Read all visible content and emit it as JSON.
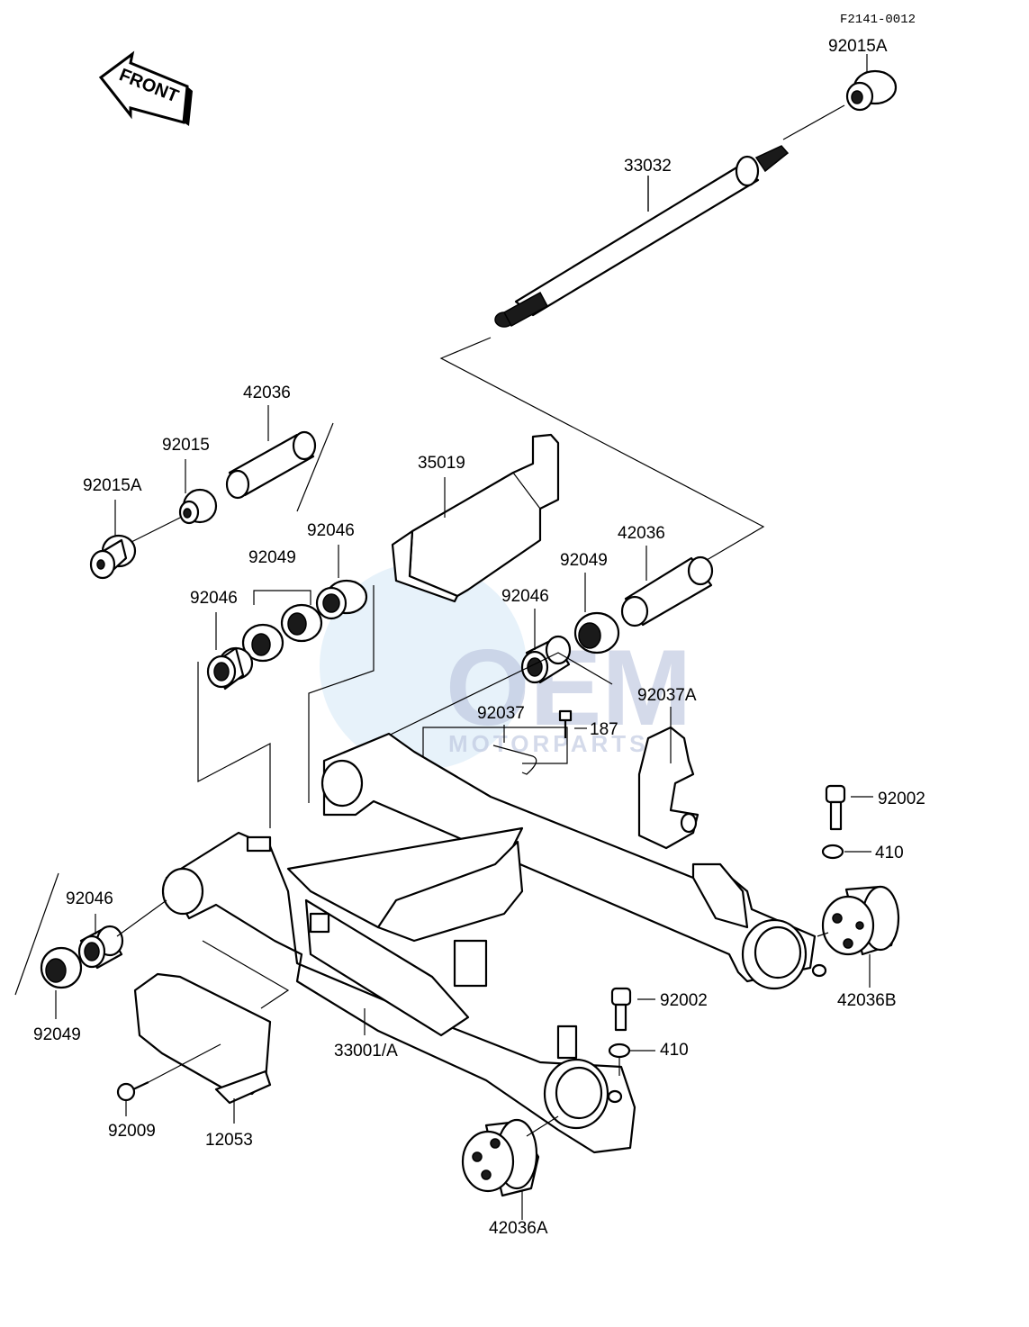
{
  "drawing_code": "F2141-0012",
  "front_arrow_text": "FRONT",
  "watermark": {
    "brand": "OEM",
    "sub": "MOTORPARTS"
  },
  "parts": {
    "p92015A_top": "92015A",
    "p33032": "33032",
    "p42036_left": "42036",
    "p92015": "92015",
    "p92015A_left": "92015A",
    "p35019": "35019",
    "p92046_a": "92046",
    "p92049_a": "92049",
    "p92046_b": "92046",
    "p42036_right": "42036",
    "p92049_b": "92049",
    "p92046_c": "92046",
    "p92037A": "92037A",
    "p92037": "92037",
    "p187": "187",
    "p92002_right": "92002",
    "p410_right": "410",
    "p92046_d": "92046",
    "p92049_c": "92049",
    "p42036B": "42036B",
    "p92002_mid": "92002",
    "p410_mid": "410",
    "p33001A": "33001/A",
    "p92009": "92009",
    "p12053": "12053",
    "p42036A": "42036A"
  }
}
